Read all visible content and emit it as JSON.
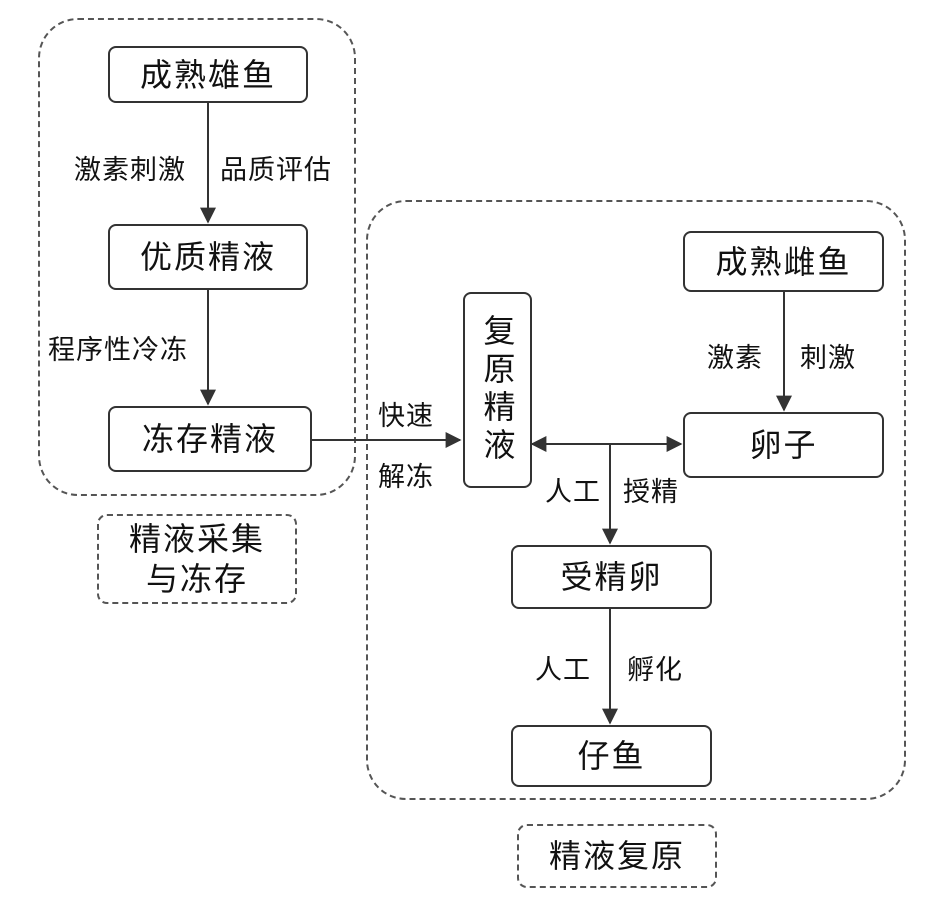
{
  "groups": {
    "left": {
      "caption_line1": "精液采集",
      "caption_line2": "与冻存"
    },
    "right": {
      "caption": "精液复原"
    }
  },
  "nodes": {
    "male_fish": "成熟雄鱼",
    "quality_semen": "优质精液",
    "frozen_semen": "冻存精液",
    "restored_semen": "复原精液",
    "female_fish": "成熟雌鱼",
    "eggs": "卵子",
    "fertilized_eggs": "受精卵",
    "fry": "仔鱼"
  },
  "edge_labels": {
    "hormone_stim_left": "激素刺激",
    "quality_eval": "品质评估",
    "programmed_freezing": "程序性冷冻",
    "fast_thaw_1": "快速",
    "fast_thaw_2": "解冻",
    "hormone_right_1": "激素",
    "hormone_right_2": "刺激",
    "artificial_1": "人工",
    "insemination": "授精",
    "artificial_2": "人工",
    "hatching": "孵化"
  },
  "colors": {
    "line": "#333333",
    "dash": "#555555"
  }
}
